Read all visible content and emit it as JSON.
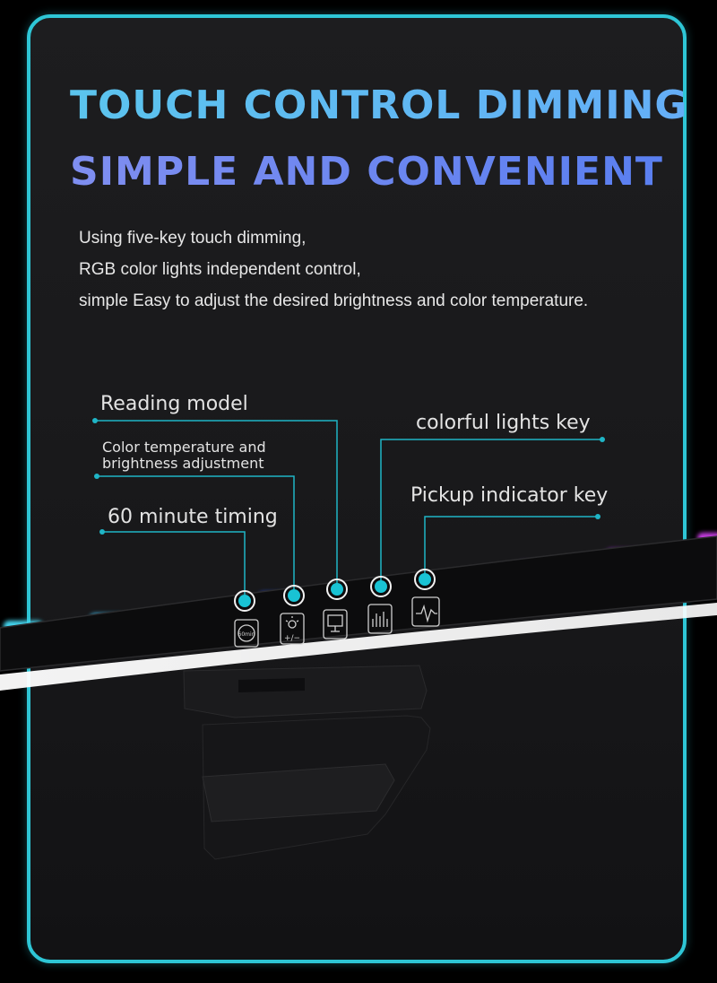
{
  "headline": {
    "line1": "TOUCH CONTROL DIMMING",
    "line2": "SIMPLE AND CONVENIENT"
  },
  "description": [
    "Using five-key touch dimming,",
    "RGB color lights independent control,",
    "simple Easy to adjust the desired brightness and color temperature."
  ],
  "callouts": {
    "reading_model": "Reading model",
    "color_temp_line1": "Color temperature and",
    "color_temp_line2": "brightness adjustment",
    "timing": "60 minute timing",
    "colorful_lights": "colorful lights key",
    "pickup_indicator": "Pickup indicator key"
  },
  "keys": [
    {
      "icon": "timer-60min-icon",
      "label": "60min"
    },
    {
      "icon": "bulb-brightness-icon",
      "label": "+/−"
    },
    {
      "icon": "monitor-icon",
      "label": ""
    },
    {
      "icon": "equalizer-icon",
      "label": ""
    },
    {
      "icon": "pulse-icon",
      "label": ""
    }
  ],
  "colors": {
    "frame_border": "#2ec6d6",
    "accent_dot": "#19c3d4",
    "title_top": "#5bc4ee",
    "title_bottom": "#6f84f0"
  }
}
